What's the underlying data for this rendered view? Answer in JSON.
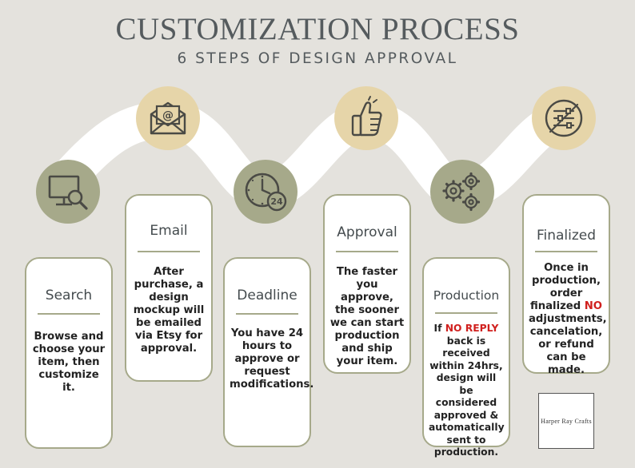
{
  "header": {
    "title": "CUSTOMIZATION PROCESS",
    "subtitle": "6 STEPS OF DESIGN APPROVAL"
  },
  "steps": [
    {
      "icon": "monitor-search-icon",
      "title": "Search",
      "body": "Browse and choose your item, then customize it."
    },
    {
      "icon": "email-icon",
      "title": "Email",
      "body": "After purchase, a design mockup will be emailed via Etsy for approval."
    },
    {
      "icon": "clock-24-icon",
      "title": "Deadline",
      "body": "You have 24 hours to approve or request modifications."
    },
    {
      "icon": "thumbs-up-icon",
      "title": "Approval",
      "body": "The faster you approve, the sooner we can start production and ship your item."
    },
    {
      "icon": "gears-icon",
      "title": "Production",
      "body_prefix": "If ",
      "body_highlight": "NO REPLY",
      "body_suffix": " back is received within 24hrs, design will be considered approved & automatically sent to production."
    },
    {
      "icon": "no-adjustments-icon",
      "title": "Finalized",
      "body_prefix": "Once in production, order finalized ",
      "body_highlight": "NO",
      "body_suffix": " adjustments, cancelation, or refund can be made."
    }
  ],
  "brand": {
    "name": "Harper Ray Crafts"
  },
  "colors": {
    "background": "#e4e2dd",
    "sage": "#a6a98a",
    "tan": "#e6d5a9",
    "highlight_red": "#d0201e",
    "text_dark": "#444b4e"
  }
}
